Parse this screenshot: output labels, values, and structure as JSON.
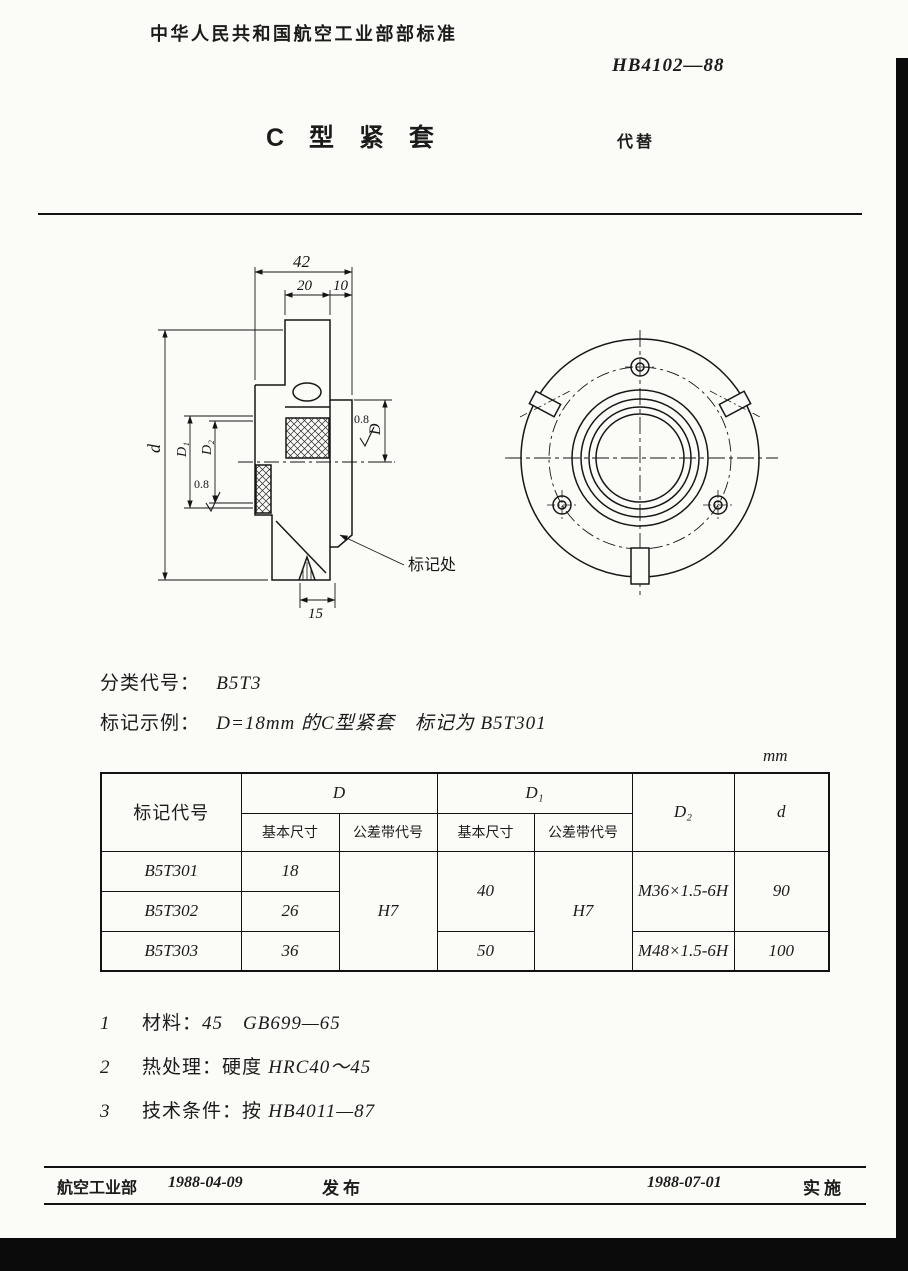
{
  "header": {
    "org_title": "中华人民共和国航空工业部部标准",
    "standard_no": "HB4102—88",
    "doc_title": "C 型 紧 套",
    "replace_label": "代替"
  },
  "drawing": {
    "dim_42": "42",
    "dim_20": "20",
    "dim_10": "10",
    "dim_15": "15",
    "dim_d": "d",
    "dim_D": "D",
    "dim_D1": "D₁",
    "dim_D2": "D₂",
    "roughness": "0.8",
    "mark_label": "标记处"
  },
  "designation": {
    "class_label": "分类代号：",
    "class_value": "B5T3",
    "example_label": "标记示例：",
    "example_value": "D=18mm 的C型紧套　标记为 B5T301"
  },
  "table": {
    "unit": "mm",
    "headers": {
      "code": "标记代号",
      "D": "D",
      "D1": "D₁",
      "D2": "D₂",
      "d": "d",
      "basic": "基本尺寸",
      "tolerance": "公差带代号"
    },
    "codes": [
      "B5T301",
      "B5T302",
      "B5T303"
    ],
    "D_basic": [
      "18",
      "26",
      "36"
    ],
    "D_tolerance": "H7",
    "D1_basic_rows12": "40",
    "D1_basic_row3": "50",
    "D1_tolerance": "H7",
    "D2_rows12": "M36×1.5-6H",
    "D2_row3": "M48×1.5-6H",
    "d_rows12": "90",
    "d_row3": "100"
  },
  "notes": [
    {
      "num": "1",
      "title": "材料：",
      "value": "45　GB699—65"
    },
    {
      "num": "2",
      "title": "热处理：硬度 ",
      "value": "HRC40～45"
    },
    {
      "num": "3",
      "title": "技术条件：按 ",
      "value": "HB4011—87"
    }
  ],
  "footer": {
    "publisher": "航空工业部",
    "issue_date": "1988-04-09",
    "issue_label": "发布",
    "impl_date": "1988-07-01",
    "impl_label": "实施"
  }
}
